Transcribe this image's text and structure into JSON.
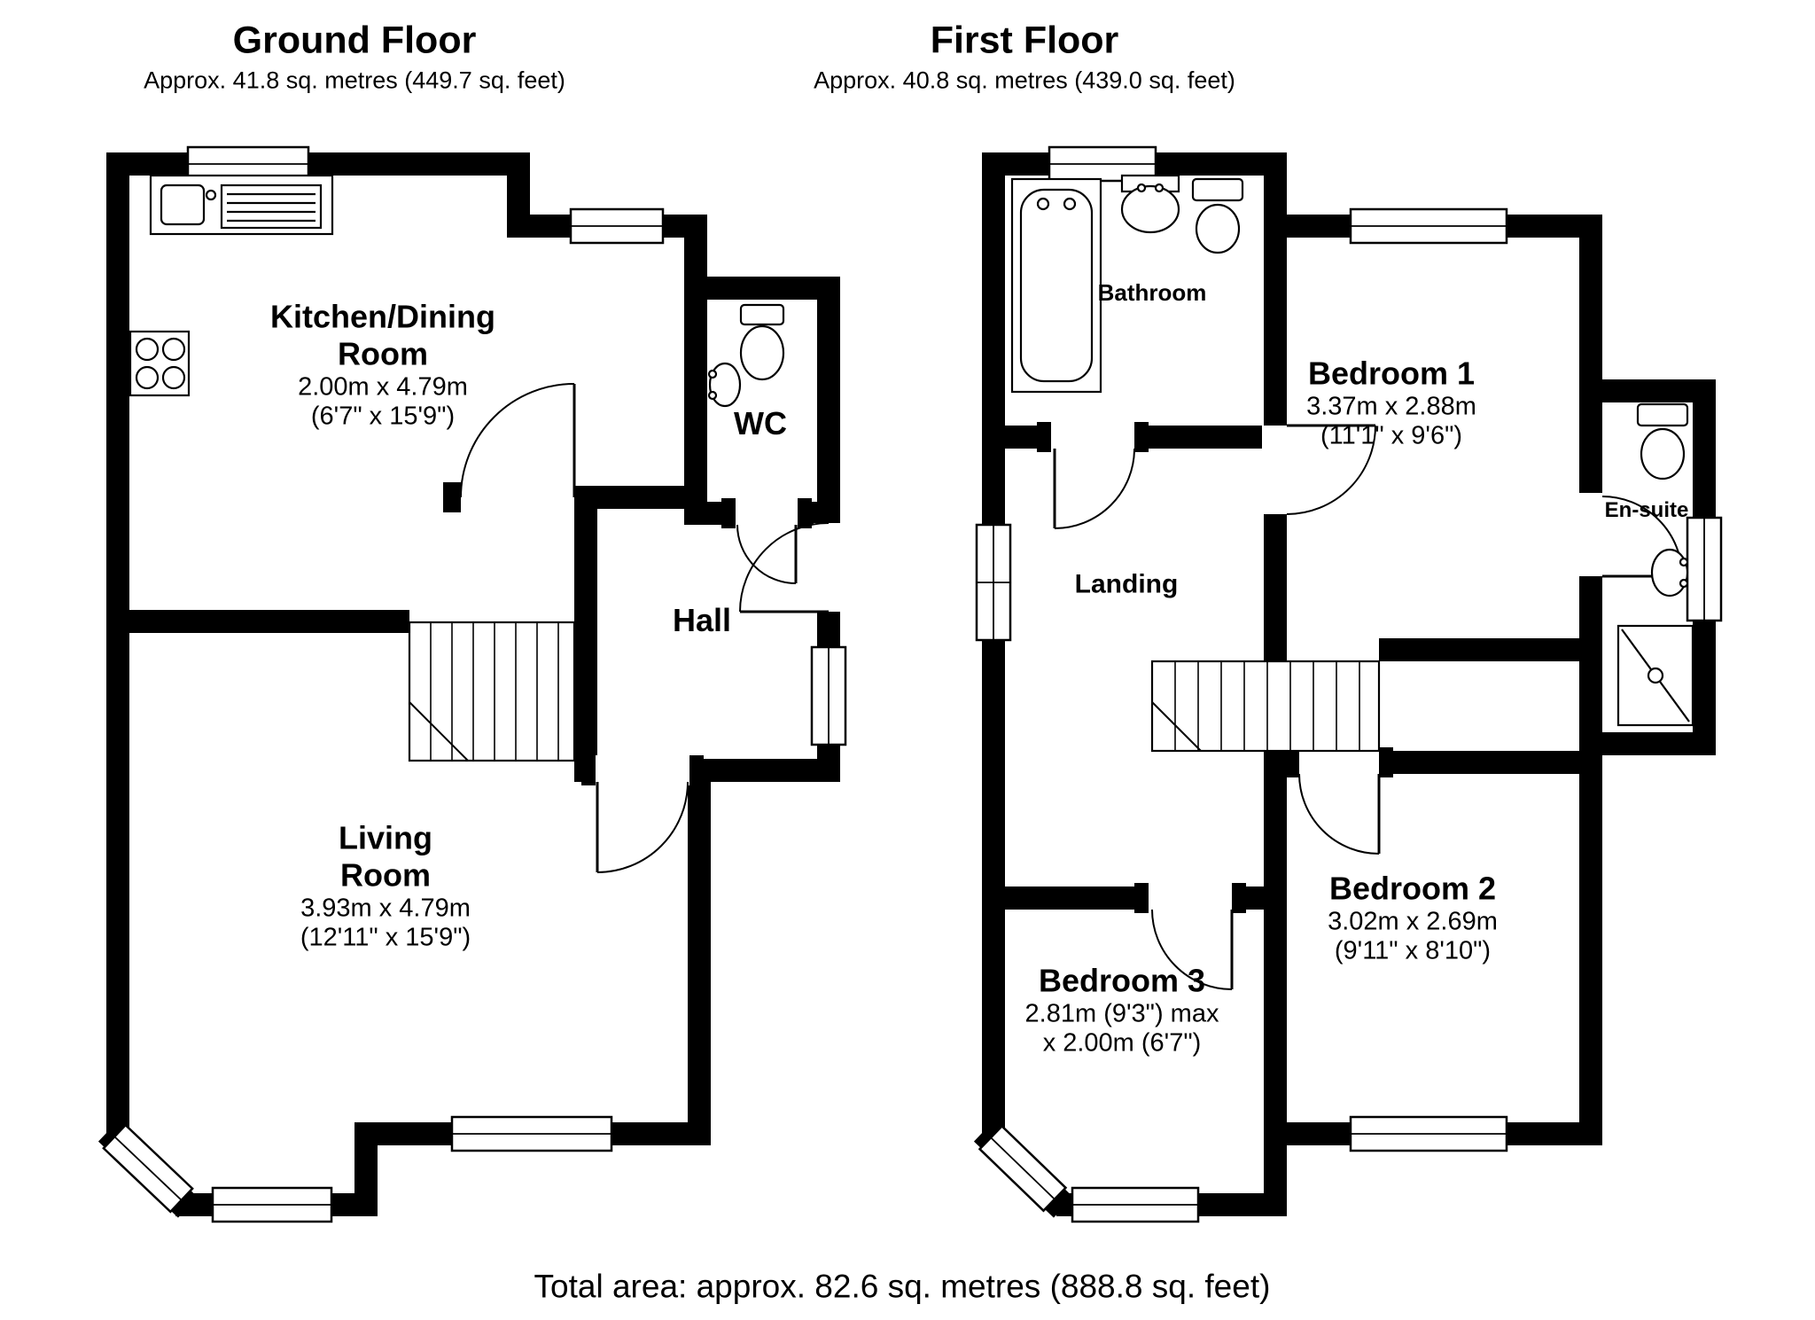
{
  "ground_floor": {
    "title": "Ground Floor",
    "area_label": "Approx. 41.8 sq. metres (449.7 sq. feet)",
    "rooms": {
      "kitchen": {
        "name": "Kitchen/Dining Room",
        "dims_metric": "2.00m x 4.79m",
        "dims_imperial": "(6'7\" x 15'9\")"
      },
      "wc": {
        "name": "WC"
      },
      "hall": {
        "name": "Hall"
      },
      "living_room": {
        "name": "Living Room",
        "dims_metric": "3.93m x 4.79m",
        "dims_imperial": "(12'11\" x 15'9\")"
      }
    }
  },
  "first_floor": {
    "title": "First Floor",
    "area_label": "Approx. 40.8 sq. metres (439.0 sq. feet)",
    "rooms": {
      "bathroom": {
        "name": "Bathroom"
      },
      "bedroom_1": {
        "name": "Bedroom 1",
        "dims_metric": "3.37m x 2.88m",
        "dims_imperial": "(11'1\" x 9'6\")"
      },
      "en_suite": {
        "name": "En-suite"
      },
      "landing": {
        "name": "Landing"
      },
      "bedroom_2": {
        "name": "Bedroom 2",
        "dims_metric": "3.02m x 2.69m",
        "dims_imperial": "(9'11\" x 8'10\")"
      },
      "bedroom_3": {
        "name": "Bedroom 3",
        "dims_line_1": "2.81m (9'3\") max",
        "dims_line_2": "x 2.00m (6'7\")"
      }
    }
  },
  "footer": {
    "total_area": "Total area: approx. 82.6 sq. metres (888.8 sq. feet)"
  },
  "colors": {
    "wall": "#000000",
    "background": "#ffffff",
    "text": "#000000"
  }
}
